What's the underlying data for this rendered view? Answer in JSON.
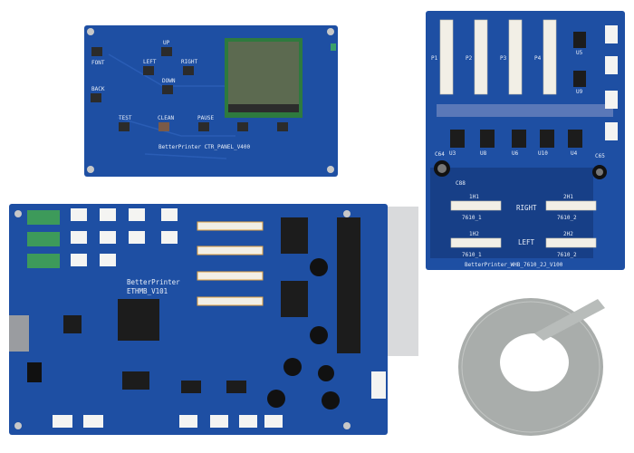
{
  "colors": {
    "pcb_blue": "#1e4fa3",
    "pcb_dark": "#173f87",
    "lcd": "#5c6a50",
    "connector": "#f2efe6",
    "cable": "#a9adab",
    "heatsink": "#d9dadc",
    "terminal_green": "#3d9a5a"
  },
  "panel_board": {
    "buttons": [
      "FONT",
      "UP",
      "LEFT",
      "RIGHT",
      "DOWN",
      "BACK",
      "TEST",
      "CLEAN",
      "PAUSE"
    ],
    "model": "BetterPrinter CTR_PANEL_V400"
  },
  "head_board": {
    "connectors": [
      "P1",
      "P2",
      "P3",
      "P4"
    ],
    "chips": [
      "U5",
      "U9",
      "U3",
      "U6",
      "U8",
      "U10",
      "U4"
    ],
    "caps": [
      "C64",
      "C65",
      "C88"
    ],
    "headers": [
      "1H1",
      "2H1",
      "1H2",
      "2H2"
    ],
    "header_types": [
      "7610_1",
      "7610_2",
      "7610_1",
      "7610_2"
    ],
    "side_right": "RIGHT",
    "side_left": "LEFT",
    "model": "BetterPrinter_WHB_7610_2J_V100"
  },
  "main_board": {
    "brand": "BetterPrinter",
    "model": "ETHMB_V101"
  },
  "cable": {
    "icon": "flat-ribbon-cable-coil"
  }
}
